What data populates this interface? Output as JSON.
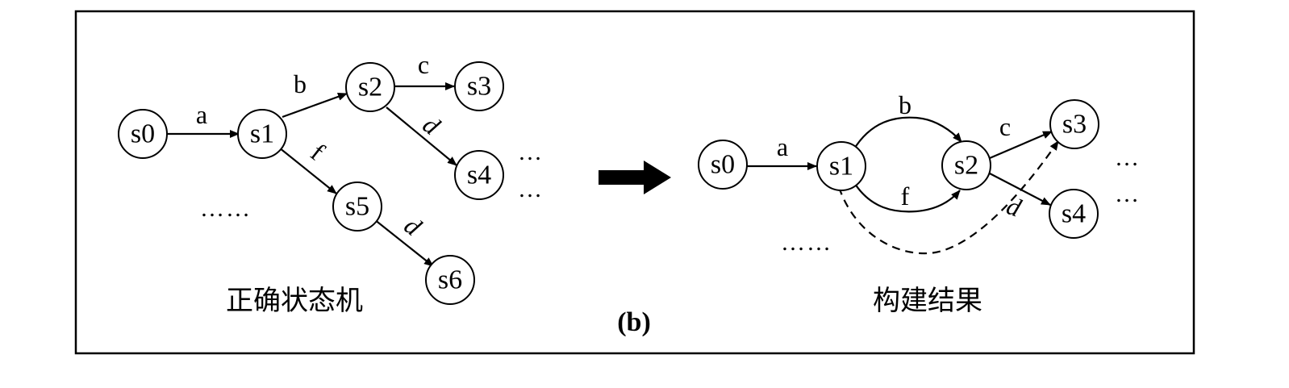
{
  "left_diagram": {
    "caption": "正确状态机",
    "nodes": {
      "s0": "s0",
      "s1": "s1",
      "s2": "s2",
      "s3": "s3",
      "s4": "s4",
      "s5": "s5",
      "s6": "s6"
    },
    "edges": {
      "s0_s1": "a",
      "s1_s2": "b",
      "s2_s3": "c",
      "s2_s4": "d",
      "s1_s5": "f",
      "s5_s6": "d"
    },
    "ellipsis_long": "……",
    "ellipsis_short_1": "…",
    "ellipsis_short_2": "…"
  },
  "right_diagram": {
    "caption": "构建结果",
    "nodes": {
      "s0": "s0",
      "s1": "s1",
      "s2": "s2",
      "s3": "s3",
      "s4": "s4"
    },
    "edges": {
      "s0_s1": "a",
      "s1_s2_top": "b",
      "s1_s2_bottom": "f",
      "s2_s3": "c",
      "s2_s4": "d"
    },
    "ellipsis_long": "……",
    "ellipsis_short_1": "…",
    "ellipsis_short_2": "…"
  },
  "figure_label": "(b)"
}
